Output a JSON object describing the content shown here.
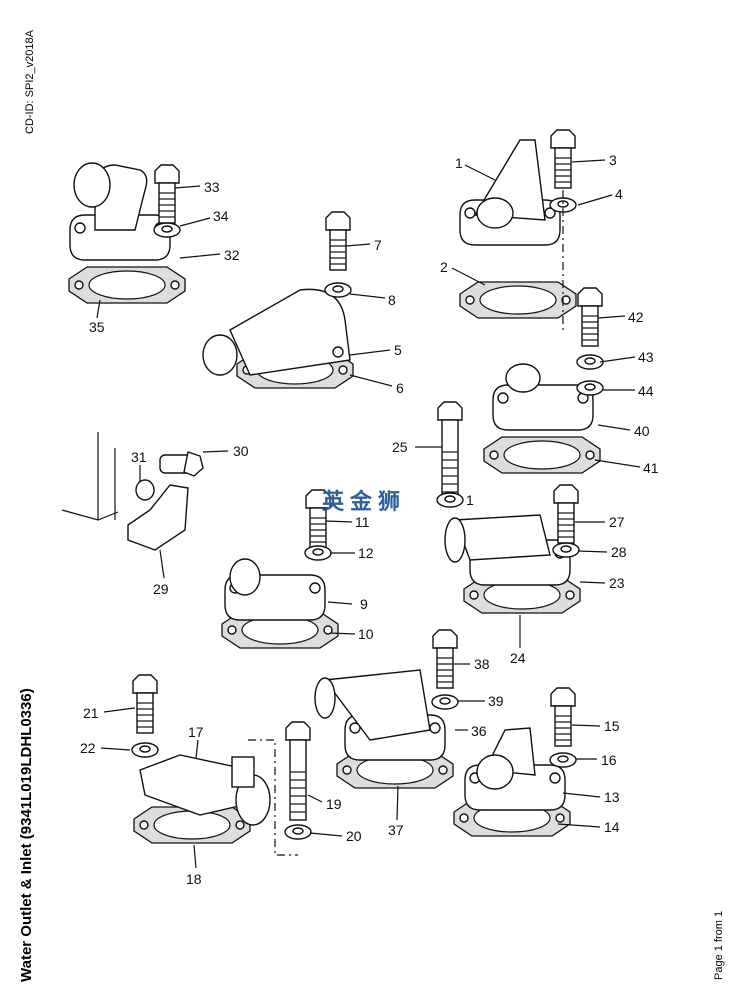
{
  "header": {
    "cd_id": "CD-ID: SPI2_v2018A"
  },
  "footer": {
    "title": "Water Outlet & Inlet (9341L019LDHL0336)",
    "page": "Page 1 from 1"
  },
  "watermark": "英金狮",
  "callouts": {
    "c1": "1",
    "c2": "2",
    "c3": "3",
    "c4": "4",
    "c5": "5",
    "c6": "6",
    "c7": "7",
    "c8": "8",
    "c9": "9",
    "c10": "10",
    "c11": "11",
    "c12": "12",
    "c13": "13",
    "c14": "14",
    "c15": "15",
    "c16": "16",
    "c17": "17",
    "c18": "18",
    "c19": "19",
    "c20": "20",
    "c21": "21",
    "c22": "22",
    "c23": "23",
    "c24": "24",
    "c25": "25",
    "c27": "27",
    "c28": "28",
    "c29": "29",
    "c30": "30",
    "c31": "31",
    "c32": "32",
    "c33": "33",
    "c34": "34",
    "c35": "35",
    "c36": "36",
    "c37": "37",
    "c38": "38",
    "c39": "39",
    "c40": "40",
    "c41": "41",
    "c42": "42",
    "c43": "43",
    "c44": "44",
    "c1b": "1"
  }
}
